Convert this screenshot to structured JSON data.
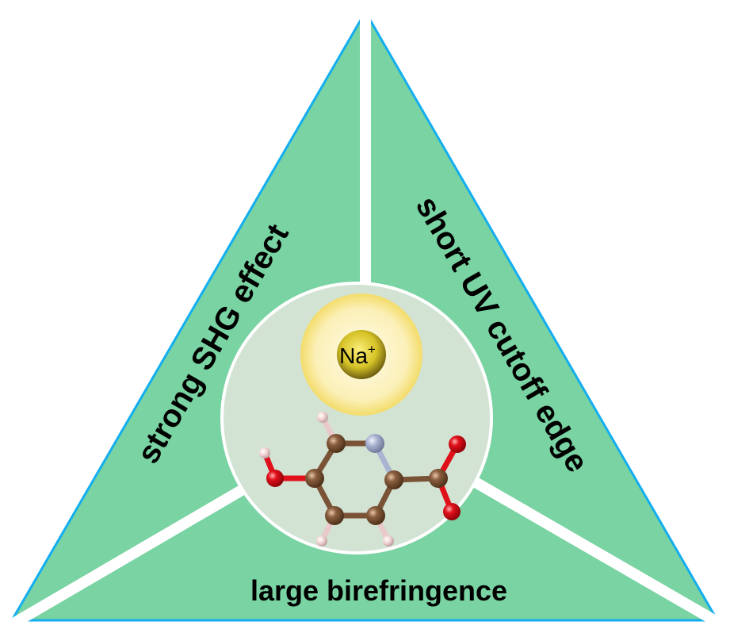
{
  "labels": {
    "left": "strong SHG effect",
    "right": "short UV cutoff edge",
    "bottom": "large birefringence"
  },
  "ion": {
    "symbol": "Na",
    "charge": "+"
  },
  "colors": {
    "triangle_fill": "#79d3a2",
    "triangle_edge": "#13aef0",
    "circle_fill": "#d2e3d3",
    "carbon": "#7a5236",
    "nitrogen": "#a9b3d2",
    "oxygen": "#e0101a",
    "hydrogen": "#f1d2d2",
    "sodium": "#d6c327"
  }
}
